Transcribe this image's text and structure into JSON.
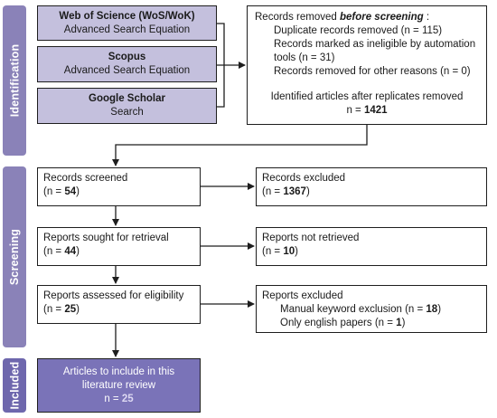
{
  "phases": {
    "identification": "Identification",
    "screening": "Screening",
    "included": "Included"
  },
  "databases": {
    "wos": {
      "name": "Web of Science (WoS/WoK)",
      "desc": "Advanced Search Equation"
    },
    "scopus": {
      "name": "Scopus",
      "desc": "Advanced Search Equation"
    },
    "scholar": {
      "name": "Google Scholar",
      "desc": "Search"
    }
  },
  "removed": {
    "heading_prefix": "Records removed ",
    "heading_emph": "before screening",
    "heading_suffix": " :",
    "line1": "Duplicate records removed (n = 115)",
    "line2a": "Records marked as ineligible by automation",
    "line2b": "tools (n = 31)",
    "line3": "Records removed for other reasons (n = 0)",
    "identified_label": "Identified articles after replicates removed",
    "identified_prefix": "n = ",
    "identified_value": "1421"
  },
  "screened": {
    "label": "Records screened",
    "n_prefix": "(n = ",
    "n_value": "54",
    "n_suffix": ")"
  },
  "excluded": {
    "label": "Records excluded",
    "n_prefix": "(n = ",
    "n_value": "1367",
    "n_suffix": ")"
  },
  "sought": {
    "label": "Reports sought for retrieval",
    "n_prefix": "(n = ",
    "n_value": "44",
    "n_suffix": ")"
  },
  "not_retrieved": {
    "label": "Reports not retrieved",
    "n_prefix": "(n = ",
    "n_value": "10",
    "n_suffix": ")"
  },
  "assessed": {
    "label": "Reports assessed for eligibility",
    "n_prefix": "(n = ",
    "n_value": "25",
    "n_suffix": ")"
  },
  "reports_excluded": {
    "label": "Reports excluded",
    "r1_prefix": "Manual keyword exclusion (n = ",
    "r1_value": "18",
    "r1_suffix": ")",
    "r2_prefix": "Only english papers (n = ",
    "r2_value": "1",
    "r2_suffix": ")"
  },
  "included": {
    "line1": "Articles to include in this",
    "line2": "literature review",
    "n_prefix": "n = ",
    "n_value": "25"
  },
  "colors": {
    "phase_bar": "#8a82b8",
    "phase_included": "#6e67ad",
    "database_box": "#c4c0dd",
    "included_box": "#7a73b8"
  }
}
